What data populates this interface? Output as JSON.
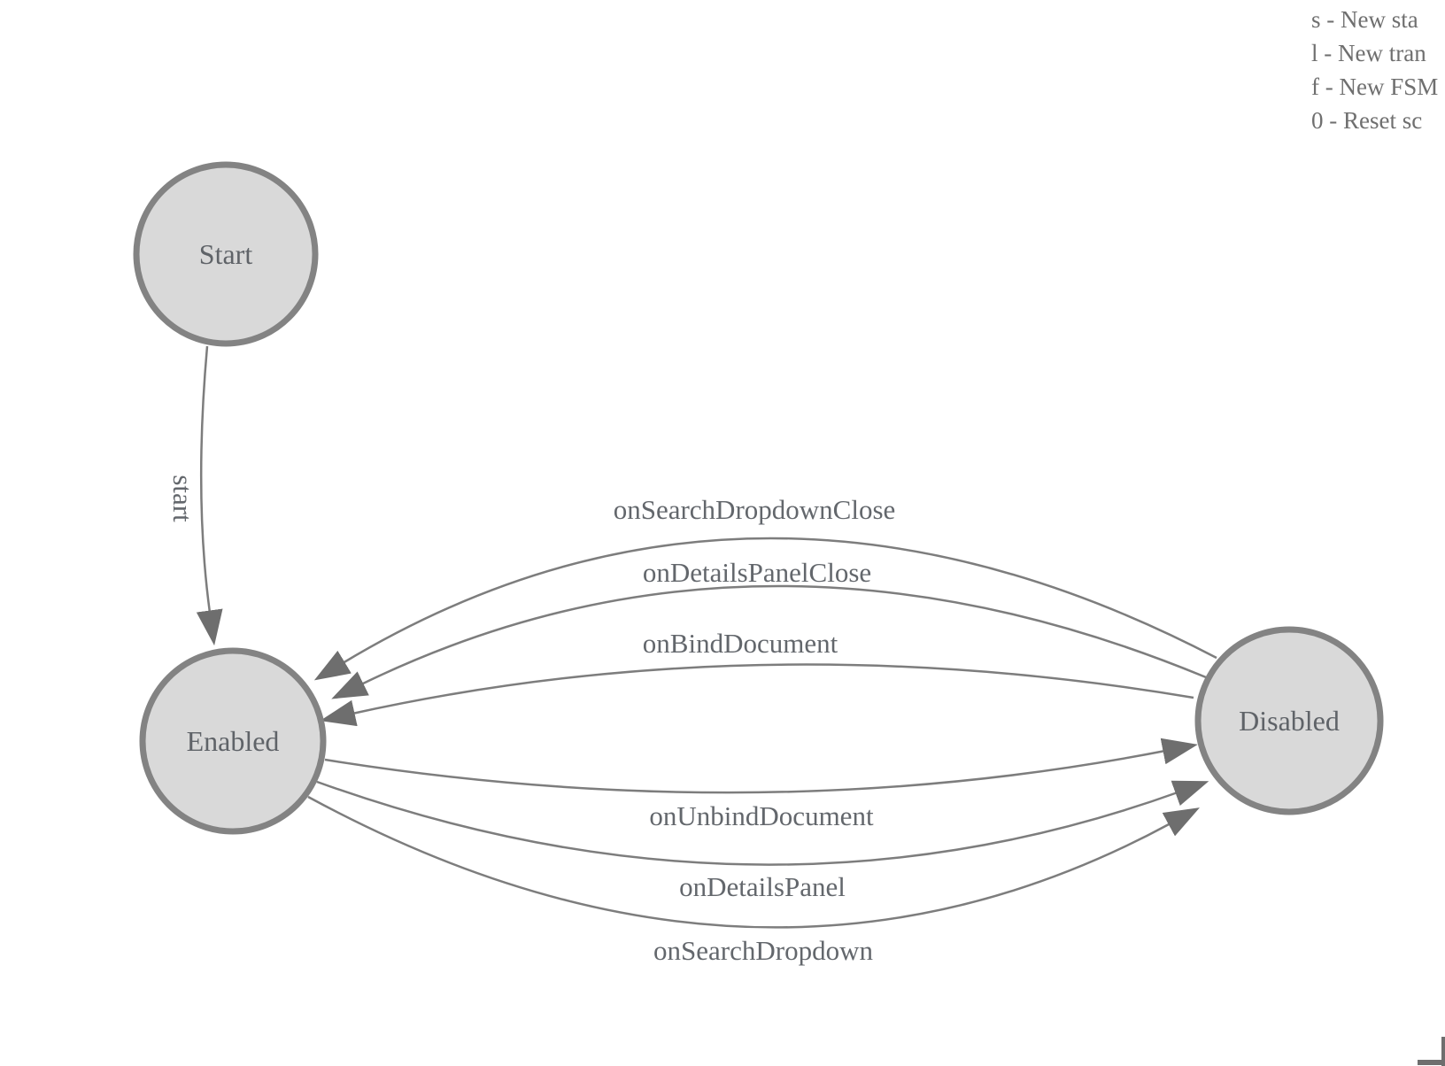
{
  "diagram": {
    "type": "finite-state-machine",
    "states": [
      {
        "label": "Start"
      },
      {
        "label": "Enabled"
      },
      {
        "label": "Disabled"
      }
    ],
    "transitions": [
      {
        "label": "start",
        "from": "Start",
        "to": "Enabled"
      },
      {
        "label": "onSearchDropdownClose",
        "from": "Disabled",
        "to": "Enabled"
      },
      {
        "label": "onDetailsPanelClose",
        "from": "Disabled",
        "to": "Enabled"
      },
      {
        "label": "onBindDocument",
        "from": "Disabled",
        "to": "Enabled"
      },
      {
        "label": "onUnbindDocument",
        "from": "Enabled",
        "to": "Disabled"
      },
      {
        "label": "onDetailsPanel",
        "from": "Enabled",
        "to": "Disabled"
      },
      {
        "label": "onSearchDropdown",
        "from": "Enabled",
        "to": "Disabled"
      }
    ]
  },
  "legend": {
    "lines": [
      "s - New sta",
      "l - New tran",
      "f - New FSM",
      "0 - Reset sc"
    ]
  },
  "colors": {
    "state_fill": "#d9d9d9",
    "state_stroke": "#838383",
    "edge_stroke": "#7d7d7d",
    "arrow_fill": "#6e6e6e",
    "label_text": "#63676c",
    "legend_text": "#6f6f6f",
    "background": "#ffffff"
  }
}
